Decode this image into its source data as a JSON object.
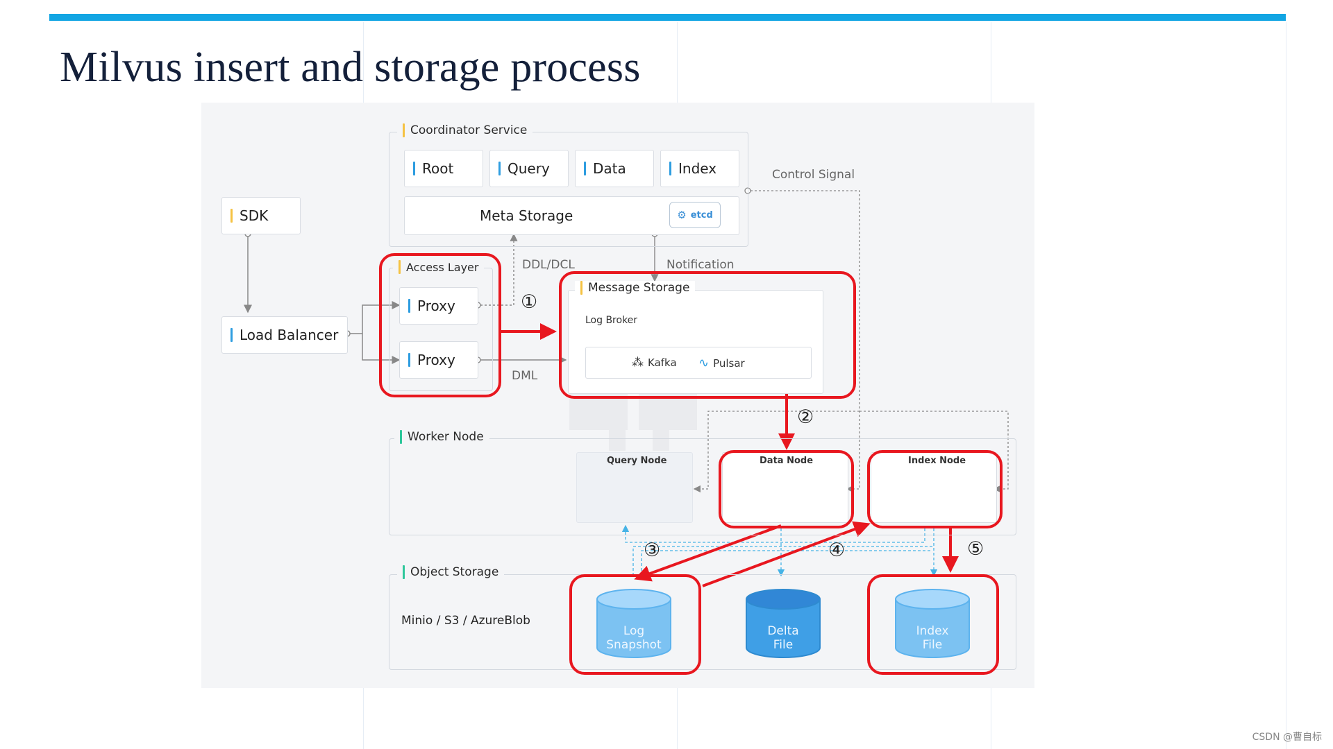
{
  "title": "Milvus insert and storage process",
  "watermark": "CSDN @曹自标",
  "sdk": "SDK",
  "load_balancer": "Load Balancer",
  "coordinator": {
    "label": "Coordinator Service",
    "items": [
      "Root",
      "Query",
      "Data",
      "Index"
    ],
    "meta_storage": "Meta Storage",
    "etcd": "etcd"
  },
  "access_layer": {
    "label": "Access Layer",
    "proxies": [
      "Proxy",
      "Proxy"
    ]
  },
  "message_storage": {
    "label": "Message Storage",
    "log_broker": "Log Broker",
    "kafka": "Kafka",
    "pulsar": "Pulsar"
  },
  "worker_node": {
    "label": "Worker Node",
    "nodes": [
      "Query Node",
      "Data Node",
      "Index Node"
    ]
  },
  "object_storage": {
    "label": "Object Storage",
    "backends": "Minio / S3 / AzureBlob",
    "files": [
      {
        "line1": "Log",
        "line2": "Snapshot"
      },
      {
        "line1": "Delta",
        "line2": "File"
      },
      {
        "line1": "Index",
        "line2": "File"
      }
    ]
  },
  "annotations": {
    "control_signal": "Control Signal",
    "ddl": "DDL/DCL",
    "notification": "Notification",
    "dml": "DML"
  },
  "steps": [
    "①",
    "②",
    "③",
    "④",
    "⑤"
  ],
  "colors": {
    "accent_bar": "#12a5e3",
    "highlight": "#e8171f",
    "cylinder": "#5db3ee"
  },
  "icons": [
    "database-cylinder-icon",
    "etcd-icon",
    "kafka-icon",
    "pulsar-icon"
  ]
}
